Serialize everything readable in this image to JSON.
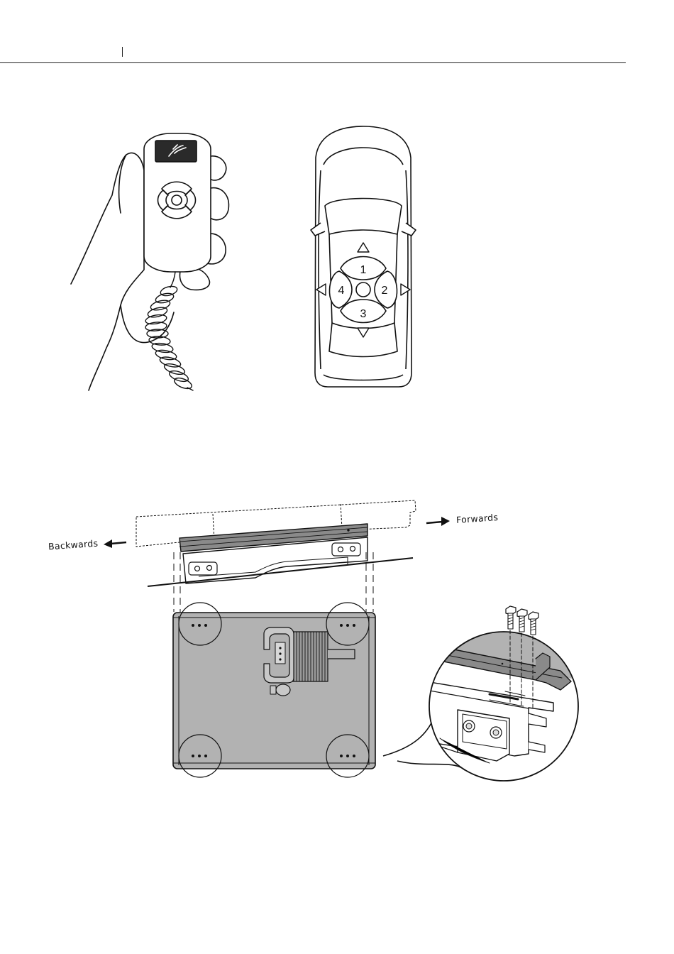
{
  "remote_figure": {
    "car_buttons": {
      "front": "1",
      "right": "2",
      "rear": "3",
      "left": "4"
    }
  },
  "mounting_figure": {
    "backwards_label": "Backwards",
    "forwards_label": "Forwards"
  },
  "colors": {
    "line": "#111111",
    "panel_gray": "#b2b2b2",
    "dark_gray": "#4a4a4a",
    "paper": "#ffffff"
  }
}
